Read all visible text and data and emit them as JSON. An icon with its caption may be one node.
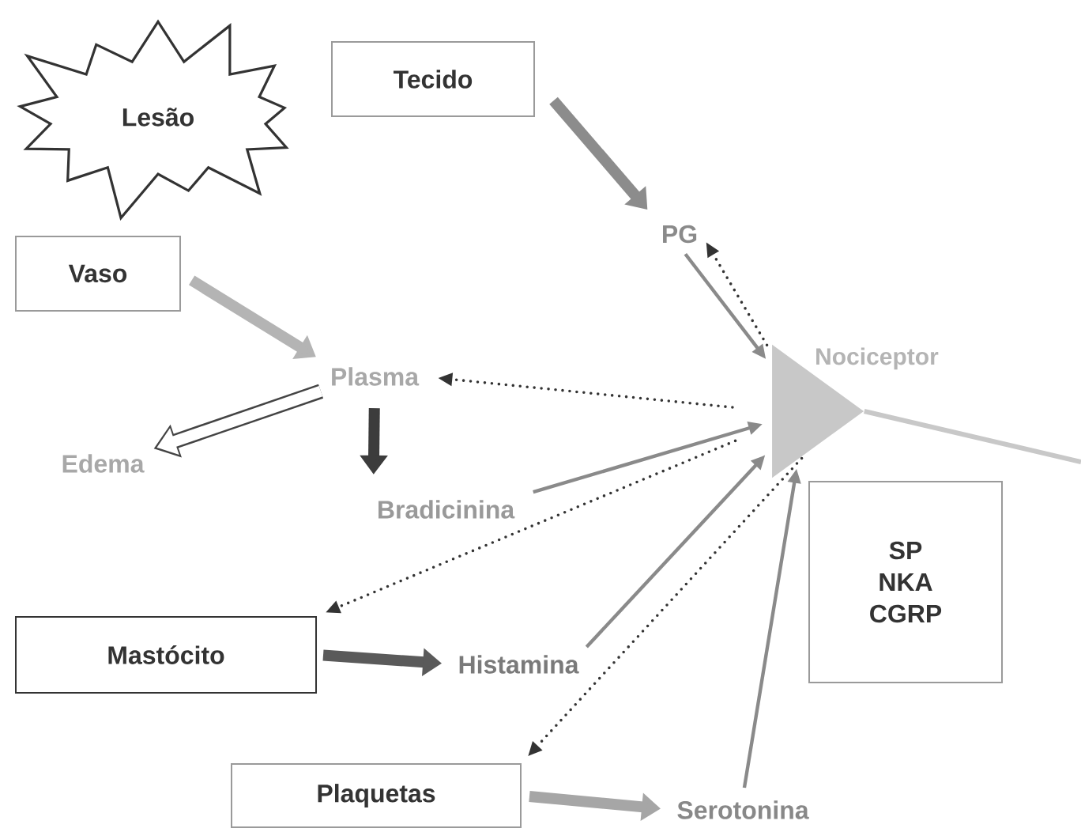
{
  "diagram": {
    "nodes": [
      {
        "text": [
          "Lesão"
        ]
      },
      {
        "text": [
          "Tecido"
        ]
      },
      {
        "text": [
          "PG"
        ]
      },
      {
        "text": [
          "Vaso"
        ]
      },
      {
        "text": [
          "Plasma"
        ]
      },
      {
        "text": [],
        "shape": "triangle",
        "beside": [
          "Nociceptor"
        ]
      },
      {
        "text": [
          "Edema"
        ]
      },
      {
        "text": [
          "Bradicinina"
        ]
      },
      {
        "text": [
          "SP NKA CGRP"
        ]
      },
      {
        "text": [
          "Mastócito"
        ]
      },
      {
        "text": [
          "Histamina"
        ]
      },
      {
        "text": [
          "Plaquetas"
        ]
      },
      {
        "text": [
          "Serotonina"
        ]
      }
    ],
    "edges": [
      {
        "from": 1,
        "to": 2,
        "arrow": "to",
        "style": "thick",
        "color": "#8c8c8c"
      },
      {
        "from": 2,
        "to": 5,
        "arrow": "to"
      },
      {
        "from": 5,
        "to": 2,
        "arrow": "to",
        "style": "dashed",
        "color": "#333333"
      },
      {
        "from": 3,
        "to": 4,
        "arrow": "to",
        "style": "thick",
        "color": "#b4b4b4"
      },
      {
        "from": 5,
        "to": 4,
        "arrow": "to",
        "style": "dashed",
        "color": "#333333"
      },
      {
        "from": 4,
        "to": 6,
        "arrow": "to",
        "style": "thick",
        "color": "#ffffff"
      },
      {
        "from": 4,
        "to": 7,
        "arrow": "to",
        "style": "thick",
        "color": "#3c3c3c"
      },
      {
        "from": 7,
        "to": 5,
        "arrow": "to"
      },
      {
        "from": 5,
        "to": 9,
        "arrow": "to",
        "style": "dashed",
        "color": "#333333"
      },
      {
        "from": 9,
        "to": 10,
        "arrow": "to",
        "style": "thick",
        "color": "#5a5a5a"
      },
      {
        "from": 10,
        "to": 5,
        "arrow": "to"
      },
      {
        "from": 5,
        "to": 11,
        "arrow": "to",
        "style": "dashed",
        "color": "#333333"
      },
      {
        "from": 11,
        "to": 12,
        "arrow": "to",
        "style": "thick",
        "color": "#a6a6a6"
      },
      {
        "from": 12,
        "to": 5,
        "arrow": "to"
      }
    ]
  }
}
